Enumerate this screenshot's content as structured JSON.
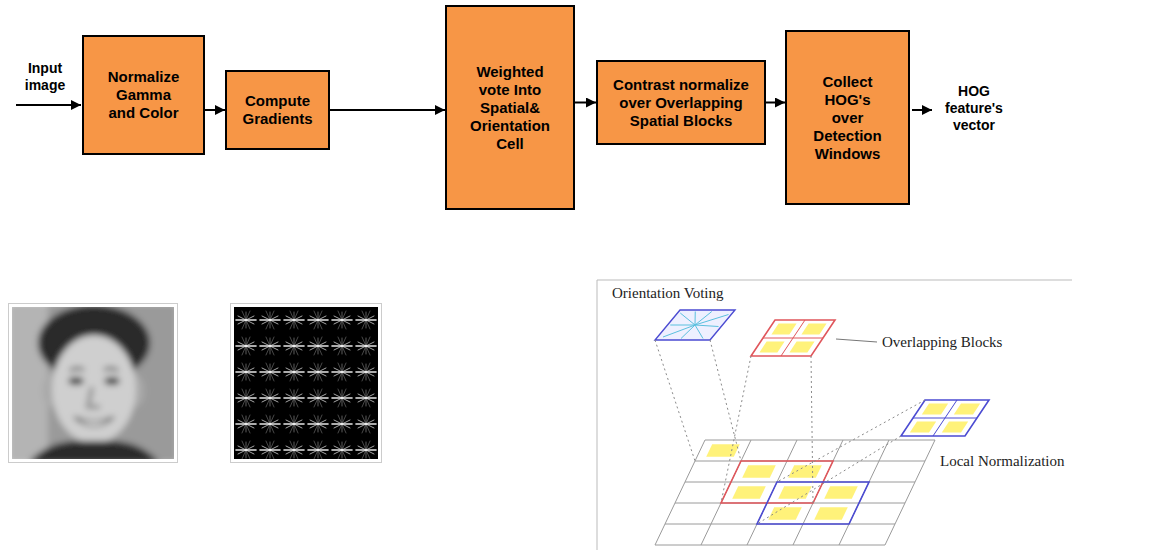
{
  "diagram": {
    "nodes": [
      {
        "text": [
          "Normalize Gamma and Color"
        ]
      },
      {
        "text": [
          "Compute Gradients"
        ]
      },
      {
        "text": [
          "Weighted vote Into Spatial& Orientation Cell"
        ]
      },
      {
        "text": [
          "Contrast normalize over Overlapping Spatial Blocks"
        ]
      },
      {
        "text": [
          "Collect HOG's over Detection Windows"
        ]
      }
    ],
    "edges": [
      {
        "from": 0,
        "to": 1,
        "arrow": "to"
      },
      {
        "from": 1,
        "to": 2,
        "arrow": "to"
      },
      {
        "from": 2,
        "to": 3,
        "arrow": "to"
      },
      {
        "from": 3,
        "to": 4,
        "arrow": "to"
      }
    ],
    "labels": [
      "Input image",
      "HOG feature's vector",
      "Orientation Voting",
      "Overlapping Blocks",
      "Local Normalization"
    ]
  }
}
